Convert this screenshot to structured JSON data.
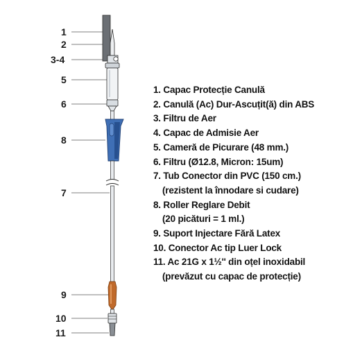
{
  "colors": {
    "outline": "#2b2b2b",
    "tube": "#e9ecef",
    "roller": "#3f6fb5",
    "roller_dark": "#27508f",
    "cap": "#6b6f74",
    "port": "#c06a2b",
    "leader": "#555555"
  },
  "callouts": [
    "1",
    "2",
    "3-4",
    "5",
    "6",
    "8",
    "7",
    "9",
    "10",
    "11"
  ],
  "legend": {
    "items": [
      "1. Capac Protecție Canulă",
      "2. Canulă (Ac) Dur-Ascuțit(ă) din ABS",
      "3. Filtru de Aer",
      "4. Capac de Admisie Aer",
      "5. Cameră de Picurare (48 mm.)",
      "6. Filtru (Ø12.8, Micron: 15um)",
      "7. Tub Conector din PVC (150 cm.)",
      "(rezistent la înnodare si cudare)",
      "8. Roller Reglare Debit",
      "(20 picături = 1 ml.)",
      "9. Suport Injectare Fără Latex",
      "10. Conector Ac tip Luer Lock",
      "11. Ac 21G x 1½'' din oțel inoxidabil",
      "(prevăzut cu capac de protecție)"
    ]
  }
}
